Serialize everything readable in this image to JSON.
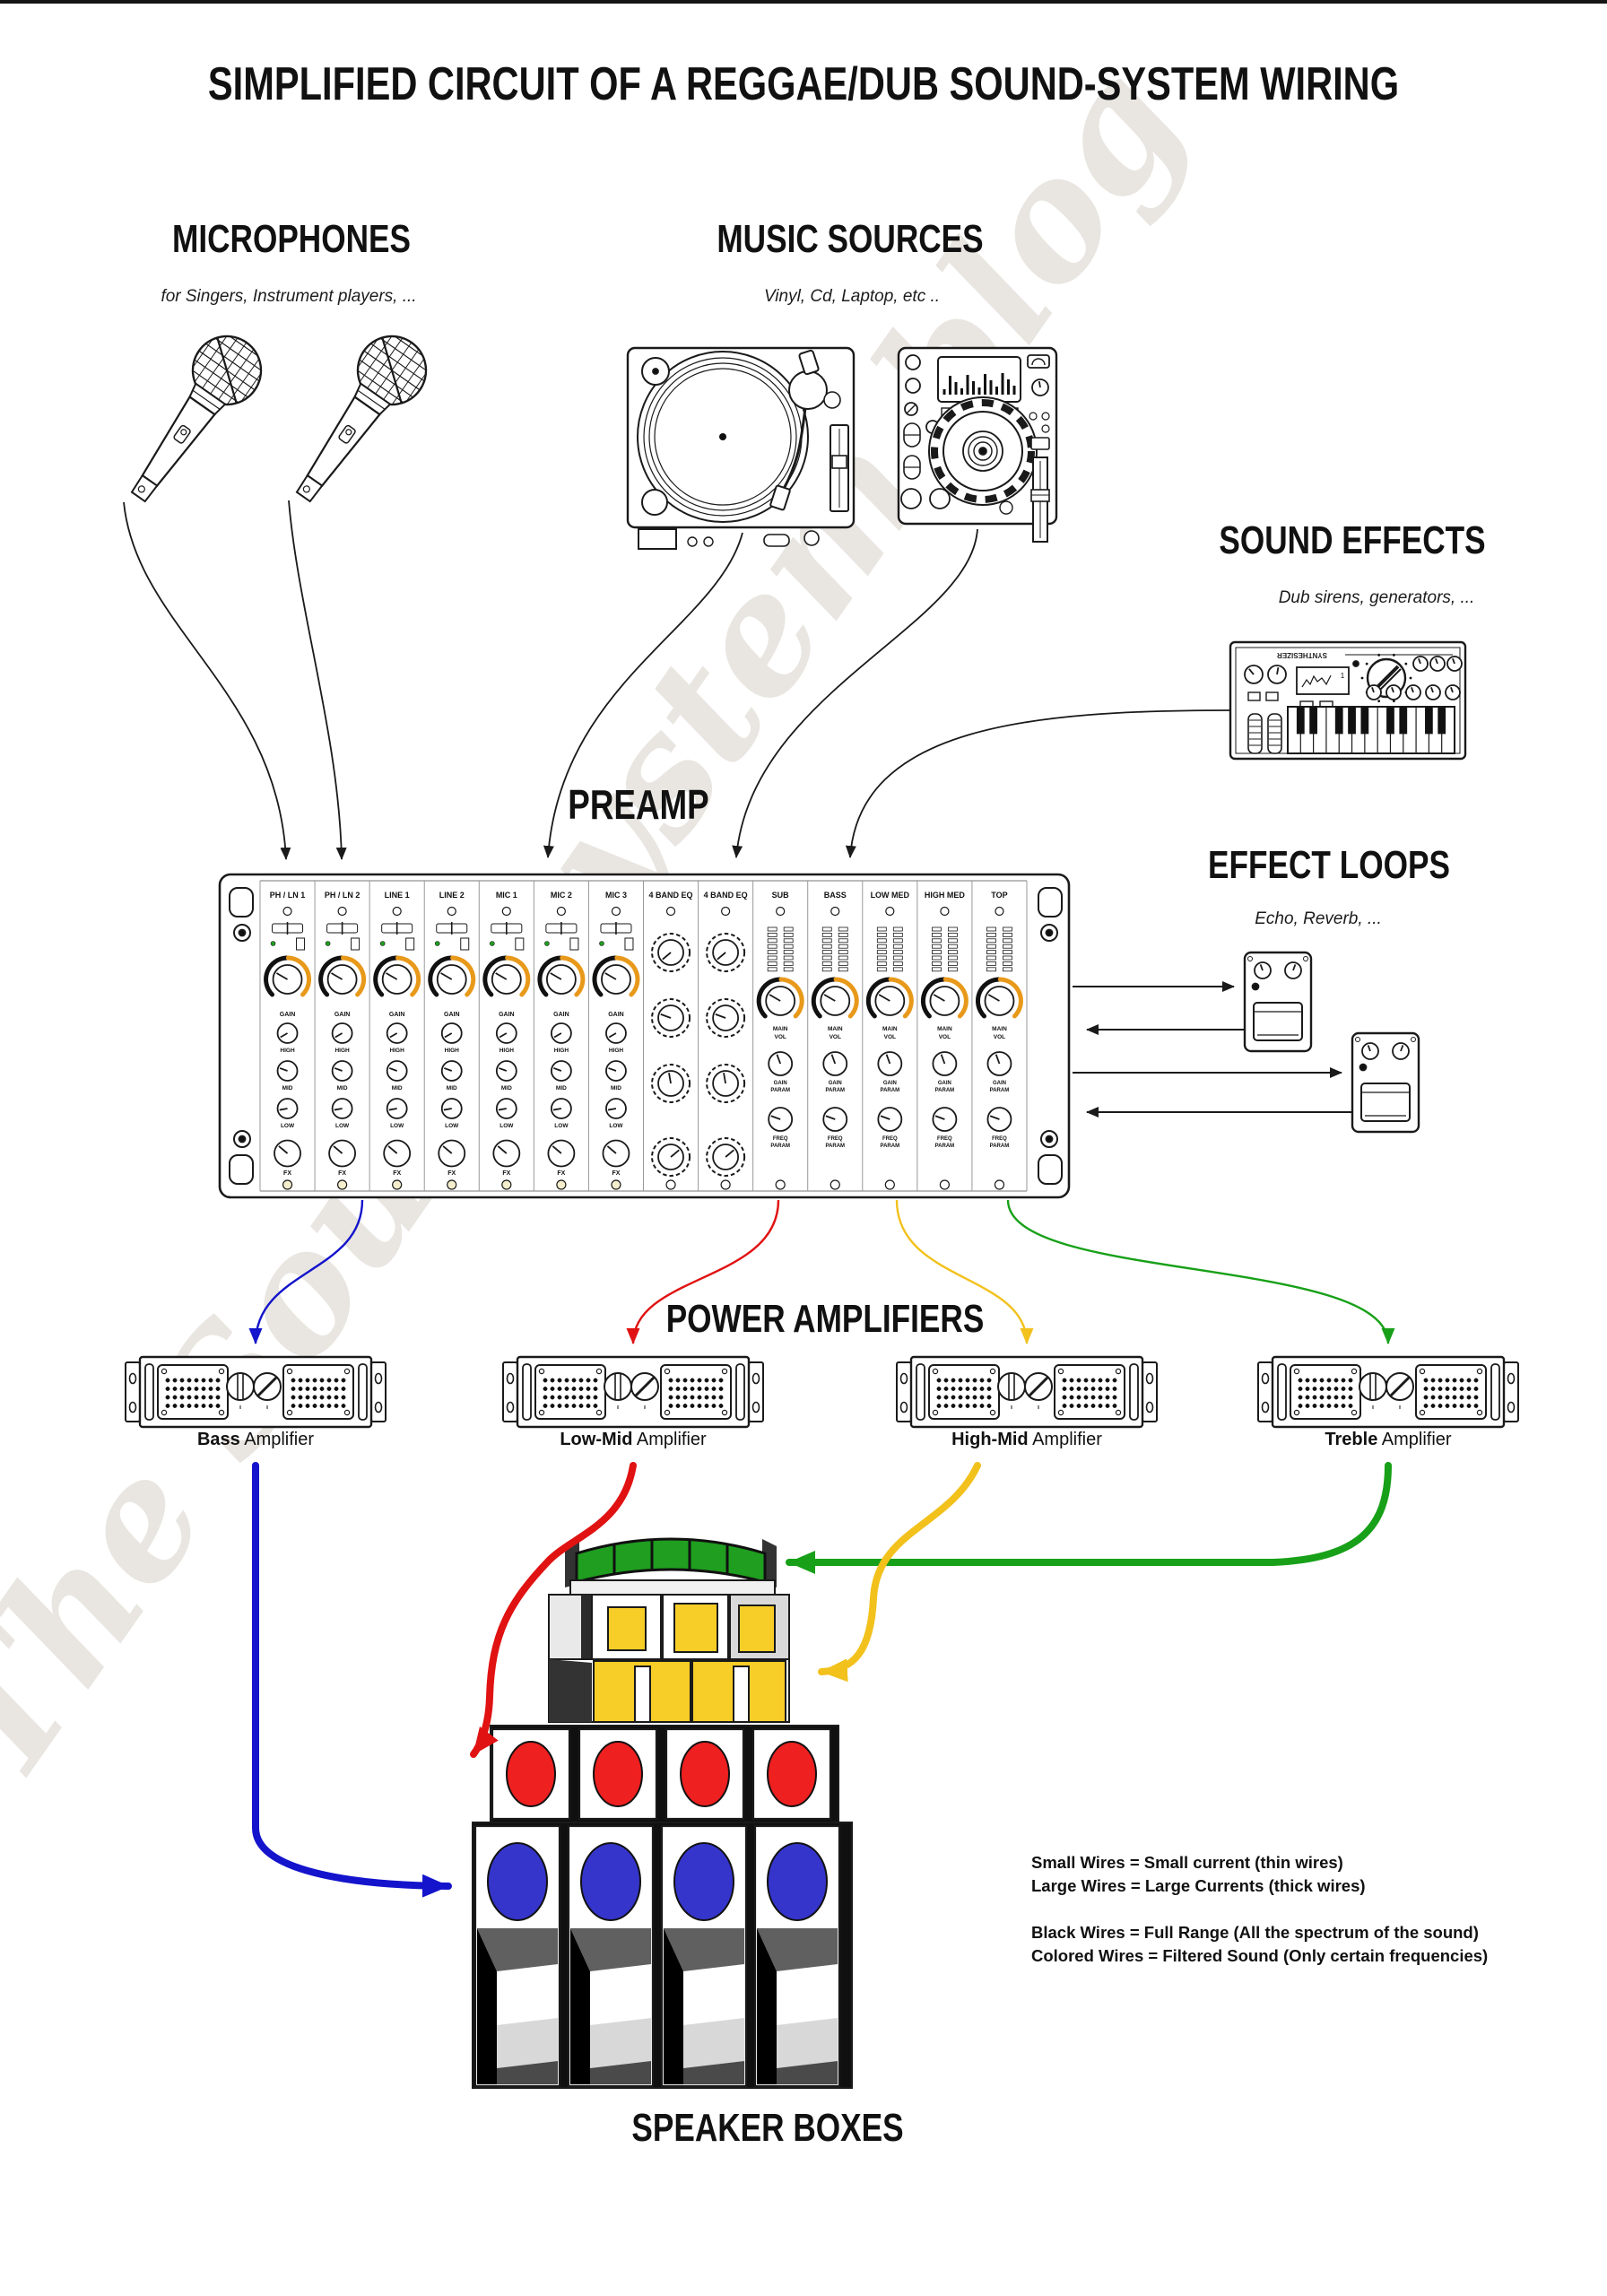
{
  "page": {
    "title": "SIMPLIFIED CIRCUIT OF A REGGAE/DUB SOUND-SYSTEM WIRING",
    "watermark": "The Soundsystem blog"
  },
  "sections": {
    "microphones": {
      "heading": "MICROPHONES",
      "caption": "for Singers, Instrument players, ..."
    },
    "music_sources": {
      "heading": "MUSIC SOURCES",
      "caption": "Vinyl, Cd, Laptop, etc .."
    },
    "sound_effects": {
      "heading": "SOUND EFFECTS",
      "caption": "Dub sirens, generators, ...",
      "device_label": "SYNTHESIZER"
    },
    "preamp": {
      "heading": "PREAMP",
      "channels": [
        {
          "label": "PH / LN 1",
          "type": "input"
        },
        {
          "label": "PH / LN 2",
          "type": "input"
        },
        {
          "label": "LINE 1",
          "type": "input"
        },
        {
          "label": "LINE 2",
          "type": "input"
        },
        {
          "label": "MIC 1",
          "type": "input"
        },
        {
          "label": "MIC 2",
          "type": "input"
        },
        {
          "label": "MIC 3",
          "type": "input"
        },
        {
          "label": "4 BAND EQ",
          "type": "eq"
        },
        {
          "label": "4 BAND EQ",
          "type": "eq"
        },
        {
          "label": "SUB",
          "type": "output"
        },
        {
          "label": "BASS",
          "type": "output"
        },
        {
          "label": "LOW MED",
          "type": "output"
        },
        {
          "label": "HIGH MED",
          "type": "output"
        },
        {
          "label": "TOP",
          "type": "output"
        }
      ],
      "knob_labels": {
        "gain": "GAIN",
        "high": "HIGH",
        "mid": "MID",
        "low": "LOW",
        "fx": "FX",
        "main_vol_1": "MAIN",
        "main_vol_2": "VOL",
        "gain_param_1": "GAIN",
        "gain_param_2": "PARAM",
        "freq_param_1": "FREQ",
        "freq_param_2": "PARAM"
      }
    },
    "effect_loops": {
      "heading": "EFFECT LOOPS",
      "caption": "Echo, Reverb, ..."
    },
    "power_amplifiers": {
      "heading": "POWER AMPLIFIERS",
      "amps": [
        {
          "name": "Bass",
          "suffix": " Amplifier",
          "wire_color": "#1414cc"
        },
        {
          "name": "Low-Mid",
          "suffix": " Amplifier",
          "wire_color": "#e01212"
        },
        {
          "name": "High-Mid",
          "suffix": " Amplifier",
          "wire_color": "#f2c11c"
        },
        {
          "name": "Treble",
          "suffix": " Amplifier",
          "wire_color": "#18a018"
        }
      ]
    },
    "speakers": {
      "heading": "SPEAKER BOXES"
    }
  },
  "notes": {
    "lines": [
      "Small Wires = Small current (thin wires)",
      "Large Wires = Large Currents (thick wires)",
      "",
      "Black Wires = Full Range (All the spectrum of the sound)",
      "Colored Wires = Filtered Sound (Only certain frequencies)"
    ]
  },
  "colors": {
    "wire_blue": "#1414cc",
    "wire_red": "#e01212",
    "wire_yellow": "#f2c11c",
    "wire_green": "#18a018",
    "speaker_red": "#ee2020",
    "speaker_blue": "#3535cc",
    "horn_green": "#1f9e1f",
    "box_yellow": "#f7cd27",
    "knob_arc_orange": "#e8991a",
    "line_ink": "#1a1a1a"
  }
}
